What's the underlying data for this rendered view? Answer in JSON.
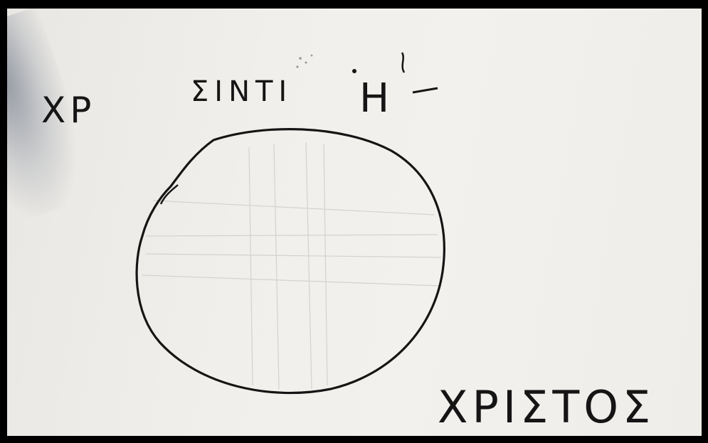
{
  "handwriting": {
    "top_left": "ΧΡ",
    "top_middle": "ΣΙΝΤΙ",
    "top_right": "Η",
    "bottom_right": "ΧΡΙΣΤΟΣ"
  },
  "colors": {
    "ink": "#151515",
    "paper": "#f1efeb",
    "frame": "#000000",
    "pencil_guides": "#d4d2cf"
  },
  "shapes": {
    "main_figure": "circle"
  }
}
